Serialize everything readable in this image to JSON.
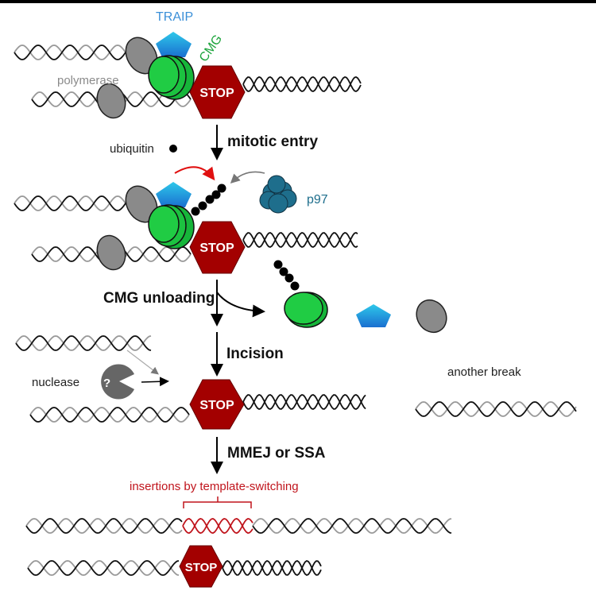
{
  "labels": {
    "traip": "TRAIP",
    "cmg": "CMG",
    "polymerase": "polymerase",
    "ubiquitin": "ubiquitin",
    "p97": "p97",
    "nuclease": "nuclease",
    "nuclease_mark": "?",
    "another_break": "another break",
    "insertions": "insertions by template-switching",
    "stop": "STOP"
  },
  "steps": [
    "mitotic entry",
    "CMG unloading",
    "Incision",
    "MMEJ or SSA"
  ],
  "colors": {
    "traip": "#3a8fd8",
    "cmg": "#1aa33a",
    "p97": "#1e6e8c",
    "stop": "#a30000",
    "red_annotation": "#c0141c",
    "polymerase": "#8a8a8a"
  }
}
